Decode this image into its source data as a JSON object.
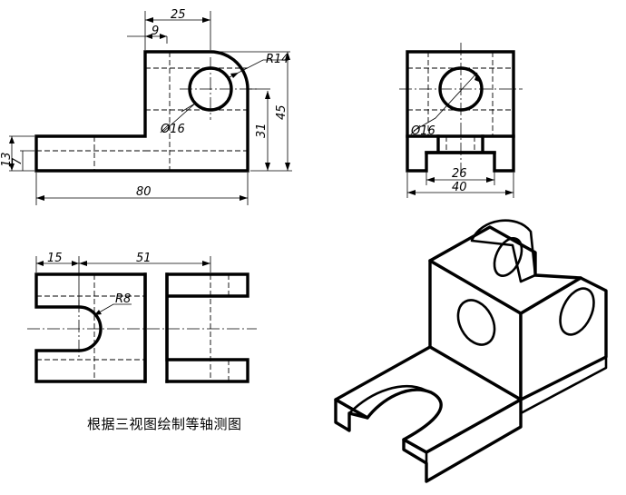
{
  "caption": "根据三视图绘制等轴测图",
  "front_view": {
    "dims": {
      "top_width": "25",
      "top_offset": "9",
      "radius": "R14",
      "hole_dia": "Ø16",
      "height_45": "45",
      "height_31": "31",
      "height_13": "13",
      "height_7": "7",
      "width_80": "80"
    }
  },
  "side_view": {
    "dims": {
      "hole_dia": "Ø16",
      "inner_26": "26",
      "outer_40": "40"
    }
  },
  "top_view": {
    "dims": {
      "offset_15": "15",
      "length_51": "51",
      "radius_8": "R8"
    }
  }
}
